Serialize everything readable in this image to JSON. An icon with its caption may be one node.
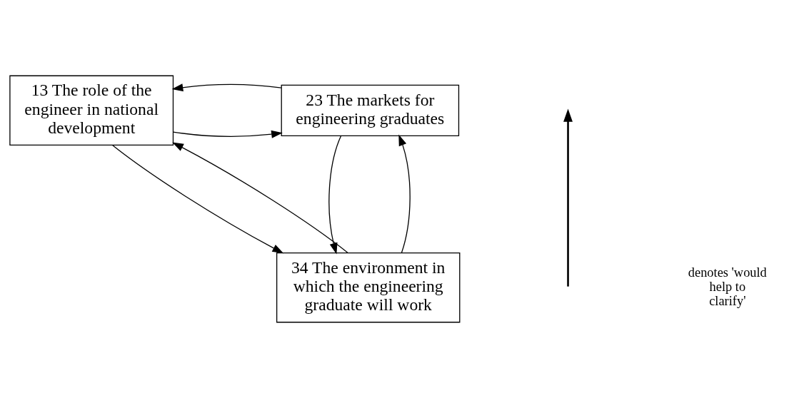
{
  "diagram": {
    "nodes": [
      {
        "text": [
          "13 The role of the engineer in national development"
        ]
      },
      {
        "text": [
          "23 The markets for engineering graduates"
        ]
      },
      {
        "text": [
          "34 The environment in which the engineering graduate will work"
        ]
      }
    ],
    "edges": [
      {
        "from": 0,
        "to": 1,
        "arrow": "to"
      },
      {
        "from": 1,
        "to": 0,
        "arrow": "to"
      },
      {
        "from": 2,
        "to": 0,
        "arrow": "to"
      },
      {
        "from": 0,
        "to": 2,
        "arrow": "to"
      },
      {
        "from": 2,
        "to": 1,
        "arrow": "to"
      },
      {
        "from": 1,
        "to": 2,
        "arrow": "to"
      }
    ],
    "legend": [
      {
        "text": "denotes 'would help to clarify'"
      }
    ]
  }
}
